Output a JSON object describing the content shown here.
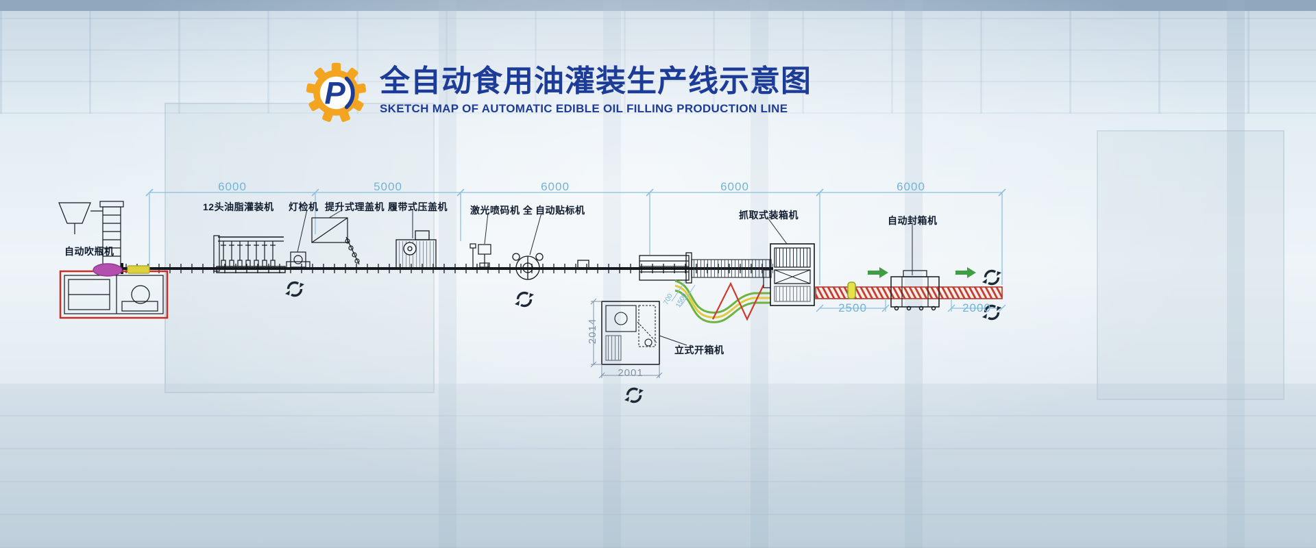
{
  "header": {
    "logo_letter": "P",
    "title_zh": "全自动食用油灌装生产线示意图",
    "subtitle_en": "SKETCH MAP OF AUTOMATIC EDIBLE OIL FILLING PRODUCTION LINE"
  },
  "dimension_chain": {
    "segments": [
      {
        "label": "6000"
      },
      {
        "label": "5000"
      },
      {
        "label": "6000"
      },
      {
        "label": "6000"
      },
      {
        "label": "6000"
      }
    ]
  },
  "machines": {
    "blow_molder": "自动吹瓶机",
    "filler": "12头油脂灌装机",
    "lamp_inspector": "灯检机",
    "cap_sorter": "提升式理盖机",
    "capper": "履带式压盖机",
    "laser_coder": "激光喷码机 全",
    "labeler": "自动贴标机",
    "case_packer": "抓取式装箱机",
    "case_sealer": "自动封箱机",
    "case_opener": "立式开箱机"
  },
  "measurements": {
    "opener_height": "2014",
    "opener_width": "2001",
    "packer_outfeed": "2500",
    "sealer_outfeed": "2000",
    "flow_dim_1": "700",
    "flow_dim_2": "1500"
  },
  "colors": {
    "title_blue": "#1d3c97",
    "gear_orange": "#f3a420",
    "dimension_blue": "#72b3d8",
    "line_black": "#14181c",
    "conveyor_red": "#c43a2b",
    "arrow_green": "#3f9e42",
    "blow_molder_outline_red": "#c53026",
    "purple_unit": "#b44fb0",
    "yellow_unit": "#ddd23e"
  }
}
